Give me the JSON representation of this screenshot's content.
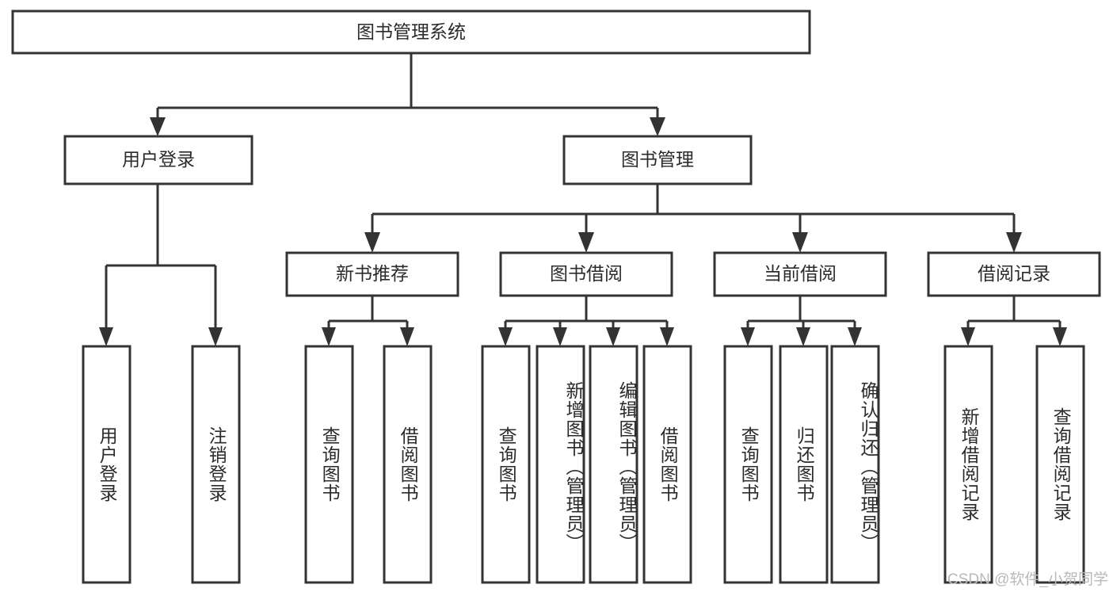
{
  "diagram": {
    "title": "图书管理系统",
    "type": "tree-hierarchy-chart",
    "colors": {
      "box_stroke": "#333333",
      "box_fill": "#ffffff",
      "text": "#2b2b2b",
      "background": "#ffffff",
      "watermark": "#b9b9b9"
    },
    "root": {
      "label": "图书管理系统"
    },
    "level2": [
      {
        "label": "用户登录"
      },
      {
        "label": "图书管理"
      }
    ],
    "level3": [
      {
        "label": "新书推荐"
      },
      {
        "label": "图书借阅"
      },
      {
        "label": "当前借阅"
      },
      {
        "label": "借阅记录"
      }
    ],
    "leaves": {
      "user_login": [
        {
          "label": "用户登录"
        },
        {
          "label": "注销登录"
        }
      ],
      "new_book_recommend": [
        {
          "label": "查询图书"
        },
        {
          "label": "借阅图书"
        }
      ],
      "book_borrow": [
        {
          "label": "查询图书"
        },
        {
          "label": "新增图书（管理员）"
        },
        {
          "label": "编辑图书（管理员）"
        },
        {
          "label": "借阅图书"
        }
      ],
      "current_borrow": [
        {
          "label": "查询图书"
        },
        {
          "label": "归还图书"
        },
        {
          "label": "确认归还（管理员）"
        }
      ],
      "borrow_record": [
        {
          "label": "新增借阅记录"
        },
        {
          "label": "查询借阅记录"
        }
      ]
    }
  },
  "watermark": {
    "text": "CSDN @软件_小贺同学"
  }
}
